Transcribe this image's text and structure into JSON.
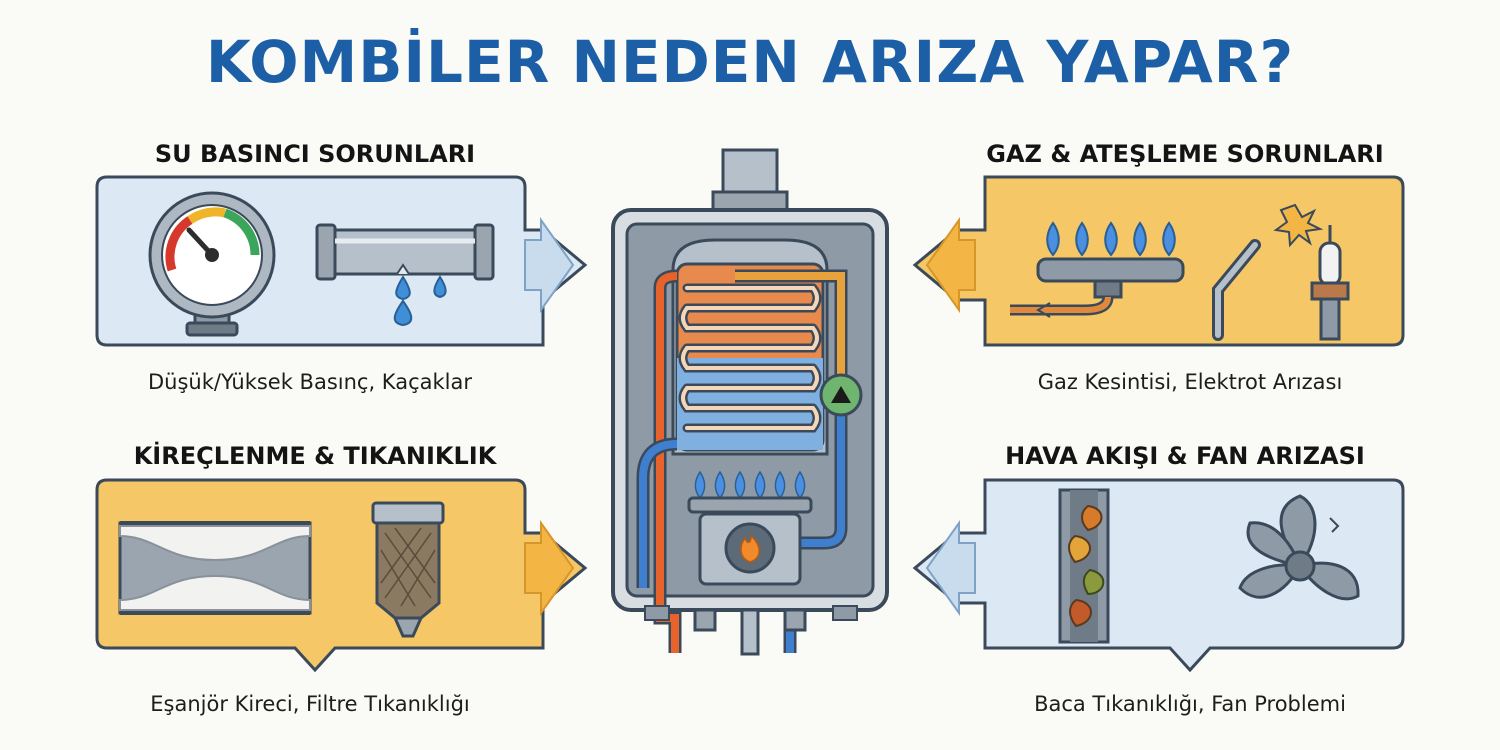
{
  "title": "KOMBİLER NEDEN ARIZA YAPAR?",
  "sections": {
    "water_pressure": {
      "title": "SU BASINCI SORUNLARI",
      "caption": "Düşük/Yüksek Basınç, Kaçaklar",
      "color": "#dce8f3"
    },
    "gas_ignition": {
      "title": "GAZ & ATEŞLEME SORUNLARI",
      "caption": "Gaz Kesintisi, Elektrot Arızası",
      "color": "#f6c766"
    },
    "scaling": {
      "title": "KİREÇLENME & TIKANIKLIK",
      "caption": "Eşanjör Kireci, Filtre Tıkanıklığı",
      "color": "#f6c766"
    },
    "airflow": {
      "title": "HAVA AKIŞI & FAN ARIZASI",
      "caption": "Baca Tıkanıklığı, Fan Problemi",
      "color": "#dce8f3"
    }
  },
  "colors": {
    "title": "#1d5fa6",
    "outline": "#3a4a5a",
    "hot": "#e8632b",
    "cold": "#3f7fd0",
    "flame": "#4a8fe0"
  }
}
